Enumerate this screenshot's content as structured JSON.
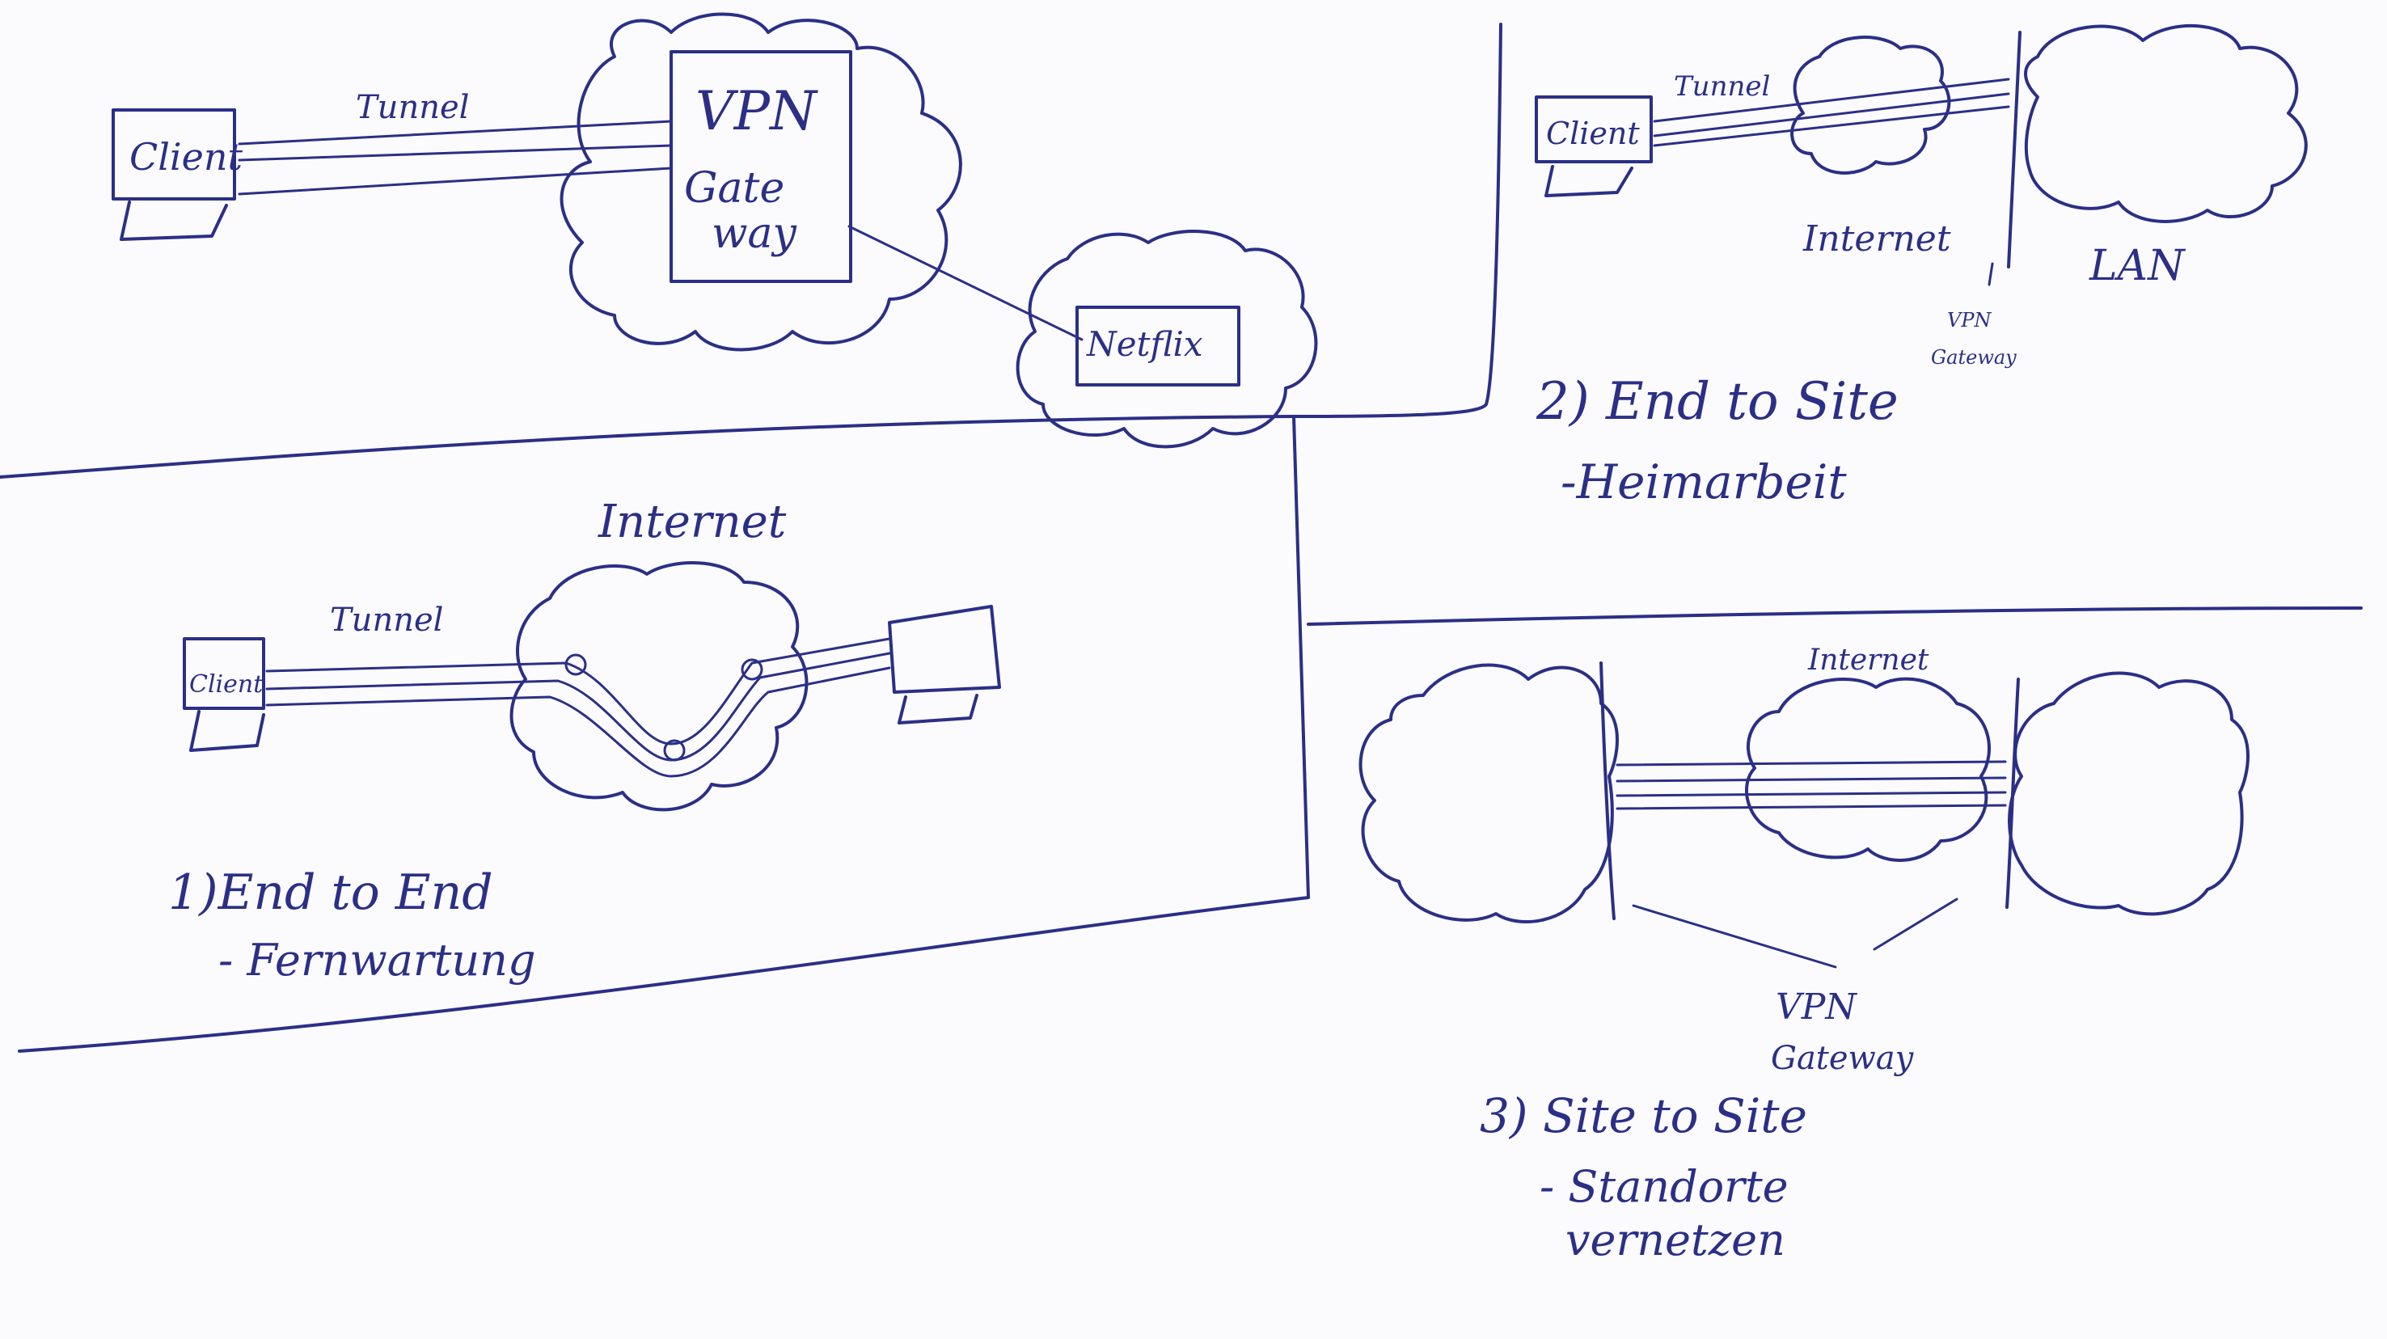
{
  "colors": {
    "ink": "#2b2f86",
    "paper": "#fbfbfd"
  },
  "diagram": {
    "top_left": {
      "client": "Client",
      "tunnel": "Tunnel",
      "gateway_line1": "VPN",
      "gateway_line2": "Gate",
      "gateway_line3": "way",
      "netflix": "Netflix"
    },
    "end_to_site": {
      "client": "Client",
      "tunnel": "Tunnel",
      "internet": "Internet",
      "lan": "LAN",
      "gateway_line1": "VPN",
      "gateway_line2": "Gateway",
      "title": "2) End to Site",
      "subtitle": "-Heimarbeit"
    },
    "end_to_end": {
      "internet": "Internet",
      "tunnel": "Tunnel",
      "client": "Client",
      "title": "1)End to End",
      "subtitle": "- Fernwartung"
    },
    "site_to_site": {
      "internet": "Internet",
      "gateway_line1": "VPN",
      "gateway_line2": "Gateway",
      "title": "3) Site to Site",
      "subtitle_line1": "- Standorte",
      "subtitle_line2": "vernetzen"
    }
  }
}
